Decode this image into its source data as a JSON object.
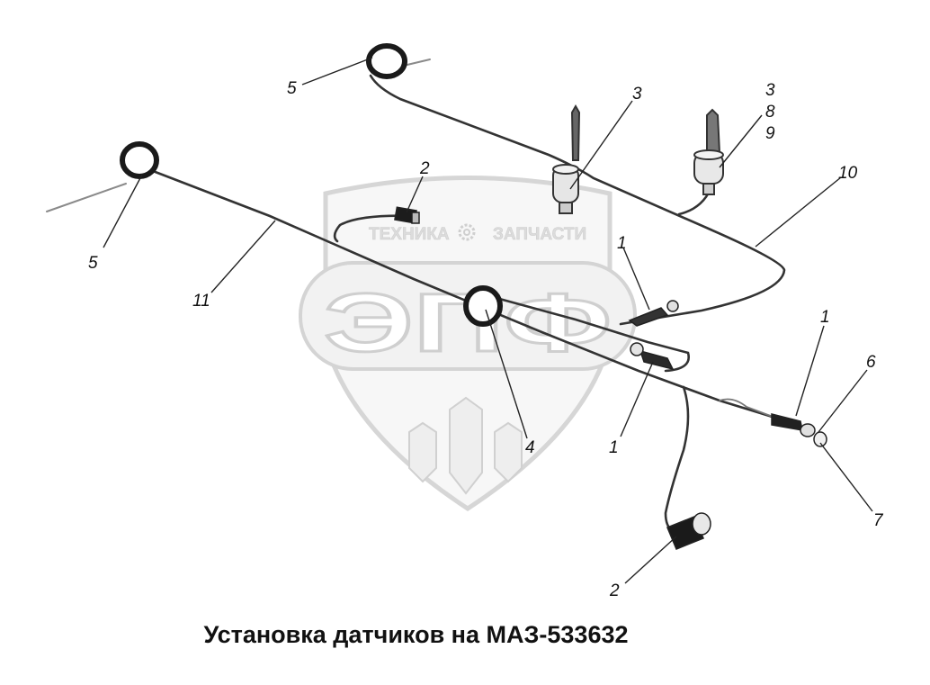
{
  "caption": "Установка датчиков на МАЗ-533632",
  "watermark": {
    "left_word": "ТЕХНИКА",
    "right_word": "ЗАПЧАСТИ",
    "logo_letters": "ЭПФ"
  },
  "callouts": {
    "c5_top": "5",
    "c3_a": "3",
    "c3_b": "3",
    "c8": "8",
    "c9": "9",
    "c2_top": "2",
    "c10": "10",
    "c5_left": "5",
    "c11": "11",
    "c1_center": "1",
    "c1_right": "1",
    "c6": "6",
    "c4": "4",
    "c1_lower": "1",
    "c7": "7",
    "c2_bottom": "2"
  },
  "colors": {
    "line": "#333333",
    "watermark": "#d4d4d4",
    "ring": "#1a1a1a"
  }
}
